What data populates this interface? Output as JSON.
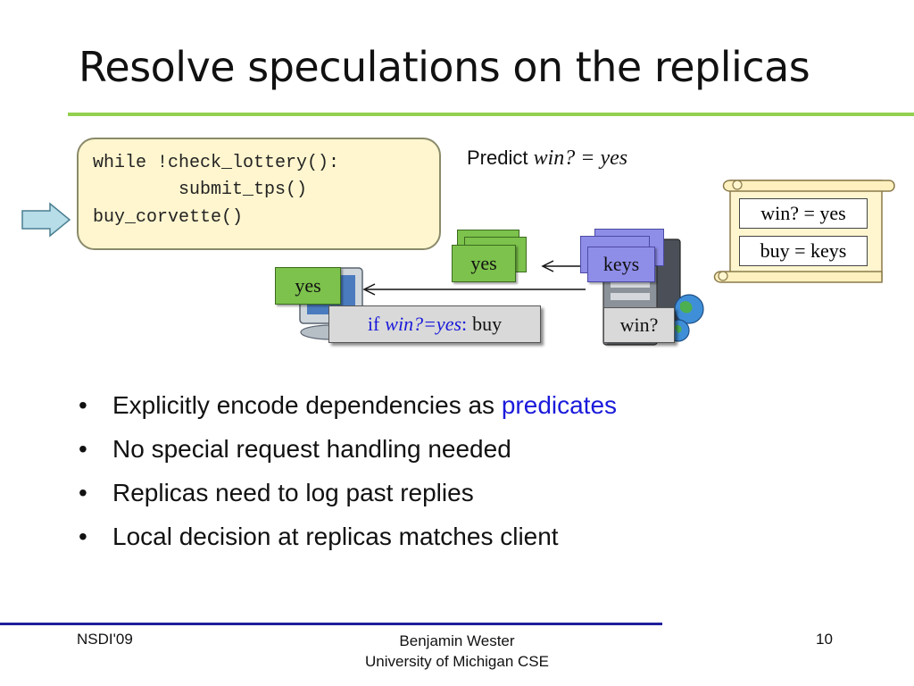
{
  "slide": {
    "title": "Resolve speculations on the replicas"
  },
  "code": {
    "lines": [
      "while !check_lottery():",
      "        submit_tps()",
      "buy_corvette()"
    ]
  },
  "predict": {
    "label": "Predict",
    "expression": "win? = yes"
  },
  "scroll": {
    "entries": [
      "win? = yes",
      "buy = keys"
    ]
  },
  "diagram": {
    "replica_reply_yes": "yes",
    "server_reply_keys": "keys",
    "client_reply_yes": "yes",
    "predicate_if": "if",
    "predicate_condition": "win?=yes",
    "predicate_colon": ":",
    "predicate_action": "buy",
    "server_label": "win?"
  },
  "bullets": {
    "items": [
      {
        "text": "Explicitly encode dependencies as ",
        "highlight": "predicates"
      },
      {
        "text": "No special request handling needed"
      },
      {
        "text": "Replicas need to log past replies"
      },
      {
        "text": "Local decision at replicas matches client"
      }
    ]
  },
  "footer": {
    "left": "NSDI'09",
    "center_line1": "Benjamin Wester",
    "center_line2": "University of Michigan CSE",
    "page": "10"
  },
  "colors": {
    "accent_green": "#92d050",
    "footer_blue": "#1f1f9a",
    "highlight_blue": "#1a1adb",
    "code_box_bg": "#fff6cf"
  }
}
